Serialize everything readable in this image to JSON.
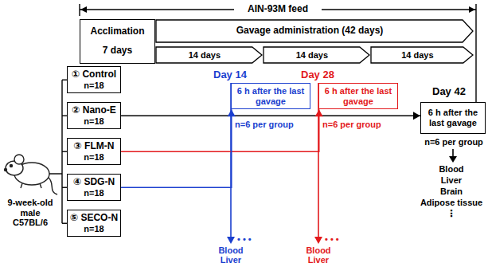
{
  "diagram": {
    "nodes": [
      {
        "text": [
          "Acclimation",
          "7 days"
        ]
      },
      {
        "text": [
          "Gavage administration (42 days)"
        ]
      },
      {
        "text": [
          "14 days"
        ]
      },
      {
        "text": [
          "14 days"
        ]
      },
      {
        "text": [
          "14 days"
        ]
      },
      {
        "text": [
          "① Control",
          "n=18"
        ]
      },
      {
        "text": [
          "② Nano-E",
          "n=18"
        ]
      },
      {
        "text": [
          "③ FLM-N",
          "n=18"
        ]
      },
      {
        "text": [
          "④ SDG-N",
          "n=18"
        ]
      },
      {
        "text": [
          "⑤ SECO-N",
          "n=18"
        ]
      },
      {
        "text": [
          "6 h after the last gavage"
        ]
      },
      {
        "text": [
          "6 h after the last gavage"
        ]
      },
      {
        "text": [
          "6 h after the last gavage"
        ]
      }
    ],
    "edges": [
      {
        "from": 6,
        "to": 10,
        "arrow": "to"
      },
      {
        "from": 7,
        "to": 11,
        "arrow": "to"
      },
      {
        "from": 8,
        "to": 12,
        "arrow": "to"
      }
    ],
    "labels": [
      "AIN-93M feed",
      "9-week-old male C57BL/6",
      "Day 42",
      "n=6 per group",
      "Blood",
      "Liver",
      "Brain",
      "Adipose tissue",
      "⋮",
      "Day 28",
      "n=6 per group",
      "Blood",
      "Liver",
      "• • •",
      "Day 14",
      "n=6 per group",
      "Blood",
      "Liver",
      "• • •"
    ]
  }
}
